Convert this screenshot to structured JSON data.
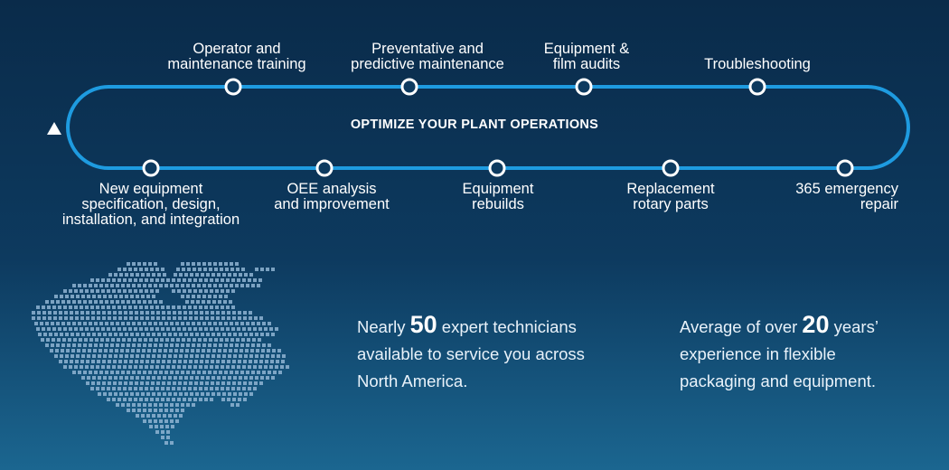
{
  "diagram": {
    "title": "OPTIMIZE YOUR PLANT OPERATIONS",
    "top_services": [
      "Operator and\nmaintenance training",
      "Preventative and\npredictive maintenance",
      "Equipment &\nfilm audits",
      "Troubleshooting"
    ],
    "bottom_services": [
      "New equipment\nspecification, design,\ninstallation, and integration",
      "OEE analysis\nand improvement",
      "Equipment\nrebuilds",
      "Replacement\nrotary parts",
      "365 emergency\nrepair"
    ],
    "colors": {
      "loop": "#1e9be0",
      "node_fill": "#0d3a5f",
      "node_stroke": "#ffffff"
    }
  },
  "stats": {
    "technicians": {
      "prefix": "Nearly ",
      "number": "50",
      "suffix": " expert technicians",
      "line2": "available to service you across",
      "line3": "North America."
    },
    "experience": {
      "prefix": "Average of over ",
      "number": "20",
      "suffix": " years’",
      "line2": "experience in flexible",
      "line3": "packaging and equipment."
    }
  },
  "map": {
    "icon": "north-america-dot-map-icon",
    "dot_color": "#8fb4d2"
  }
}
